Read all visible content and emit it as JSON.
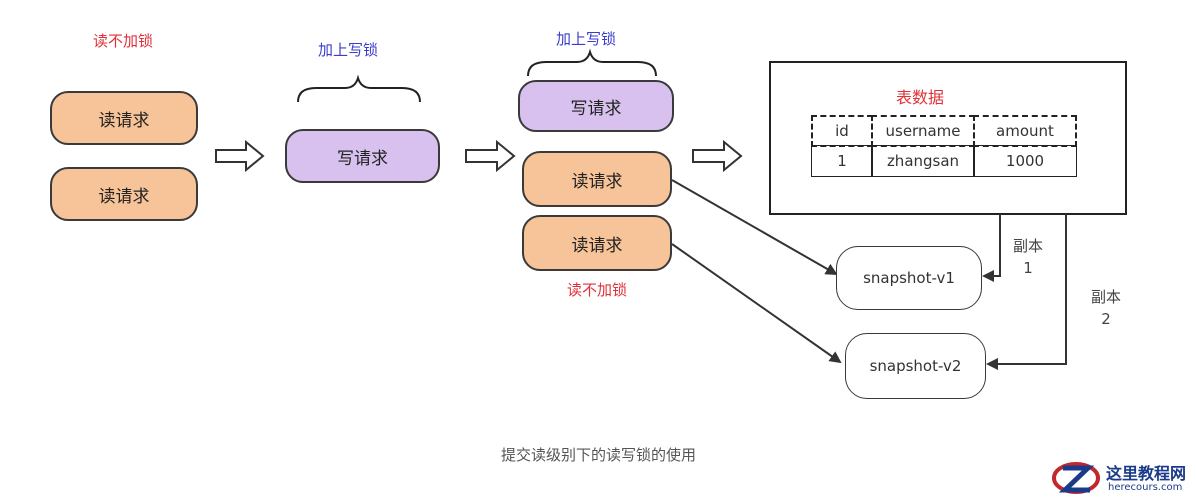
{
  "stage1": {
    "label": "读不加锁",
    "requests": [
      "读请求",
      "读请求"
    ]
  },
  "stage2": {
    "label": "加上写锁",
    "request": "写请求"
  },
  "stage3": {
    "lock_label": "加上写锁",
    "write_request": "写请求",
    "read_requests": [
      "读请求",
      "读请求"
    ],
    "read_label": "读不加锁"
  },
  "table": {
    "title": "表数据",
    "headers": [
      "id",
      "username",
      "amount"
    ],
    "row": [
      "1",
      "zhangsan",
      "1000"
    ]
  },
  "snapshots": [
    "snapshot-v1",
    "snapshot-v2"
  ],
  "copies": [
    {
      "label": "副本",
      "num": "1"
    },
    {
      "label": "副本",
      "num": "2"
    }
  ],
  "caption": "提交读级别下的读写锁的使用",
  "watermark": {
    "title": "这里教程网",
    "url": "herecours.com"
  }
}
